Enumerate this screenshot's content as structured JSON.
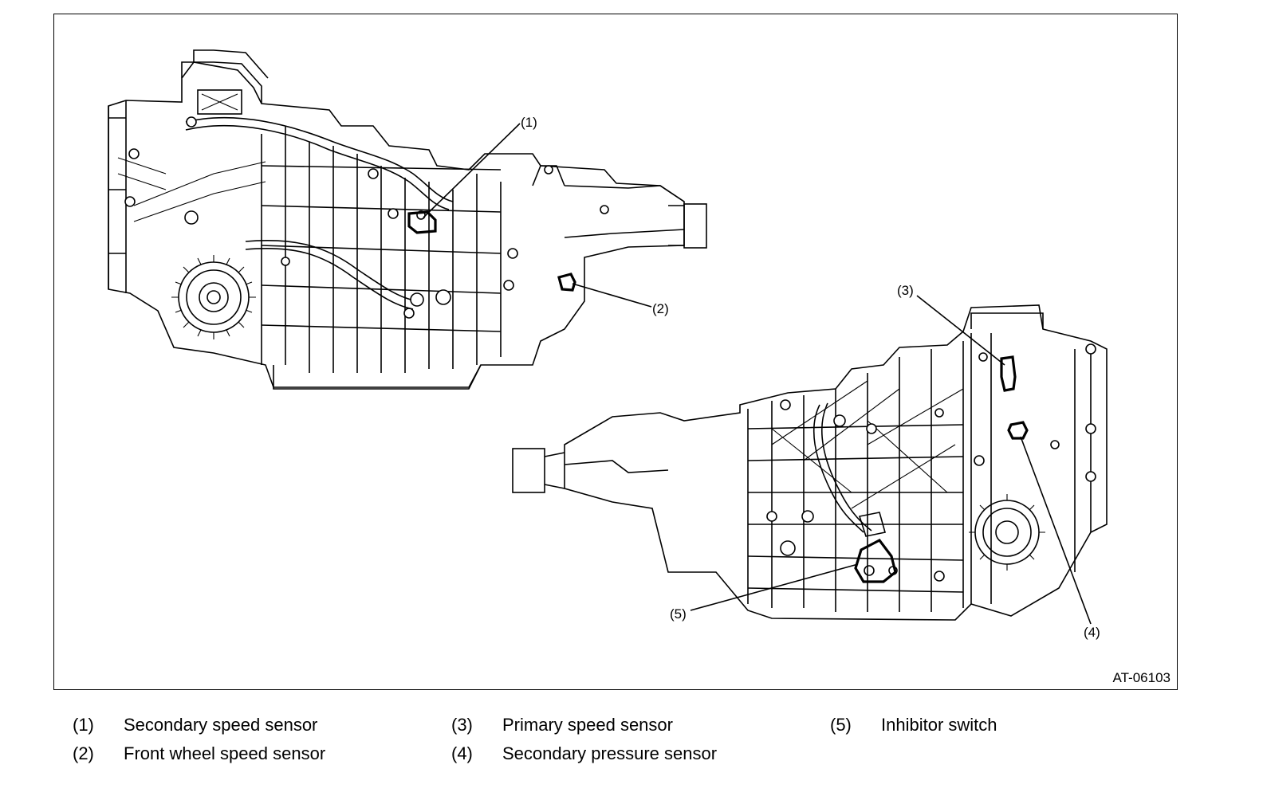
{
  "figure": {
    "code": "AT-06103"
  },
  "callouts": [
    {
      "id": "1",
      "label": "(1)"
    },
    {
      "id": "2",
      "label": "(2)"
    },
    {
      "id": "3",
      "label": "(3)"
    },
    {
      "id": "4",
      "label": "(4)"
    },
    {
      "id": "5",
      "label": "(5)"
    }
  ],
  "legend": [
    {
      "num": "(1)",
      "label": "Secondary speed sensor"
    },
    {
      "num": "(2)",
      "label": "Front wheel speed sensor"
    },
    {
      "num": "(3)",
      "label": "Primary speed sensor"
    },
    {
      "num": "(4)",
      "label": "Secondary pressure sensor"
    },
    {
      "num": "(5)",
      "label": "Inhibitor switch"
    }
  ]
}
